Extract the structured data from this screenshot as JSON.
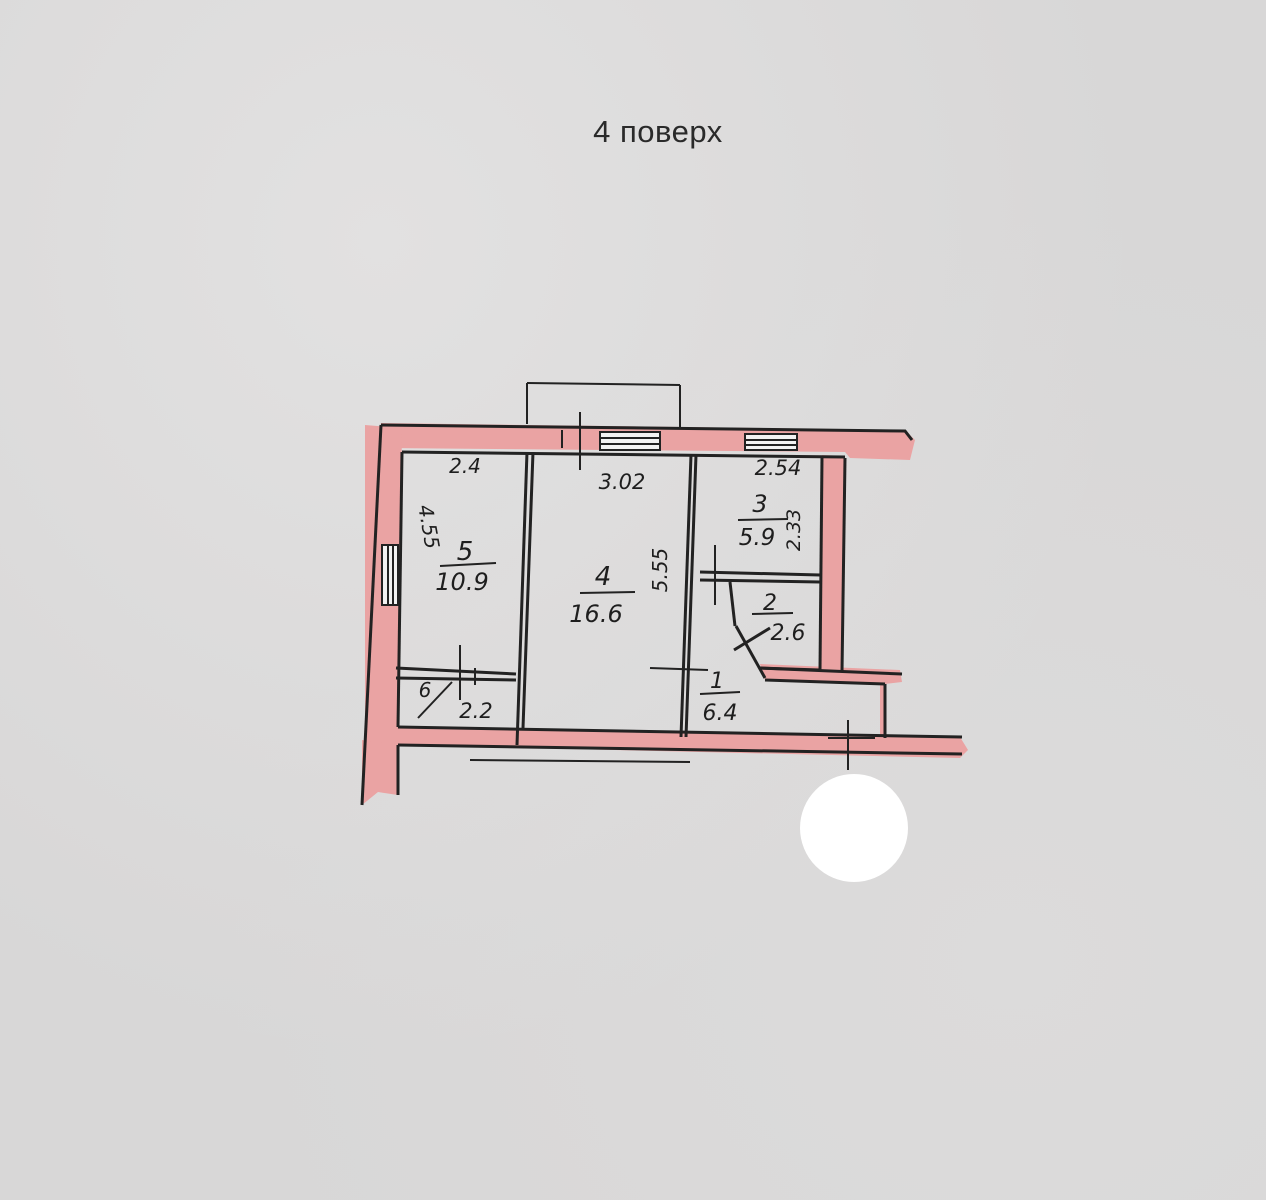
{
  "floor": {
    "title": "4 поверх"
  },
  "rooms": [
    {
      "number": "5",
      "area": "10.9"
    },
    {
      "number": "4",
      "area": "16.6"
    },
    {
      "number": "3",
      "area": "5.9"
    },
    {
      "number": "2",
      "area": "2.6"
    },
    {
      "number": "1",
      "area": "6.4"
    },
    {
      "number": "6",
      "area": "2.2"
    }
  ],
  "dimensions": {
    "room5_width": "2.4",
    "room5_length": "4.55",
    "room4_width": "3.02",
    "room4_length": "5.55",
    "room3_width": "2.54",
    "room3_length": "2.33"
  },
  "colors": {
    "wall_fill": "#eaa3a3",
    "paper": "#d8d7d7",
    "ink": "#1e1e1e",
    "redaction": "#ffffff"
  }
}
